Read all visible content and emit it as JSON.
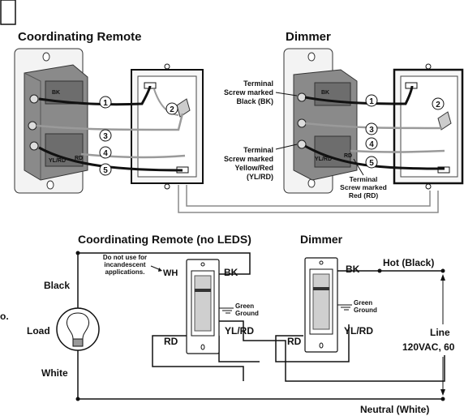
{
  "top": {
    "remote_title": "Coordinating Remote",
    "dimmer_title": "Dimmer",
    "switch_labels": {
      "bk": "BK",
      "ylrd": "YL/RD",
      "rd": "RD"
    },
    "wire_numbers": [
      "1",
      "2",
      "3",
      "4",
      "5"
    ],
    "callout_black": [
      "Terminal",
      "Screw marked",
      "Black (BK)"
    ],
    "callout_yellow": [
      "Terminal",
      "Screw marked",
      "Yellow/Red",
      "(YL/RD)"
    ],
    "callout_red": [
      "Terminal",
      "Screw marked",
      "Red (RD)"
    ]
  },
  "schematic": {
    "remote_title": "Coordinating Remote (no LEDS)",
    "dimmer_title": "Dimmer",
    "note": [
      "Do not use for",
      "incandescent",
      "applications."
    ],
    "wh": "WH",
    "bk_remote": "BK",
    "bk_dimmer": "BK",
    "green_ground_remote": [
      "Green",
      "Ground"
    ],
    "green_ground_dimmer": [
      "Green",
      "Ground"
    ],
    "rd_remote": "RD",
    "ylrd_remote": "YL/RD",
    "rd_dimmer": "RD",
    "ylrd_dimmer": "YL/RD",
    "black": "Black",
    "load": "Load",
    "white": "White",
    "hot": "Hot (Black)",
    "line": [
      "Line",
      "120VAC, 60"
    ],
    "neutral": "Neutral (White)",
    "edge_mark": "o."
  },
  "colors": {
    "wire_black": "#111111",
    "wire_gray": "#9a9a9a",
    "device_gray": "#7d7d7d",
    "plate": "#f2f2f2"
  }
}
